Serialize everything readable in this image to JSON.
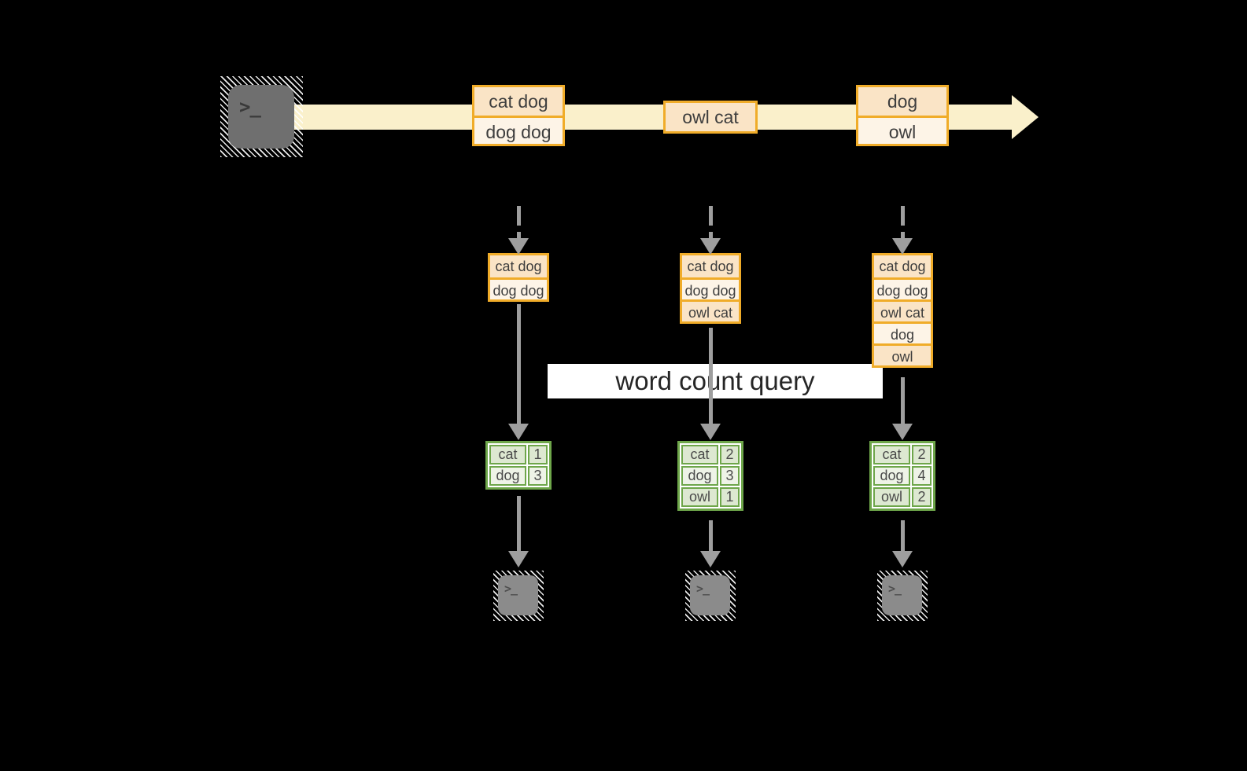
{
  "banner": {
    "label": "word count query"
  },
  "terminal_glyph": ">_",
  "stream": {
    "groups": [
      {
        "rows": [
          "cat dog",
          "dog dog"
        ]
      },
      {
        "rows": [
          "owl cat"
        ]
      },
      {
        "rows": [
          "dog",
          "owl"
        ]
      }
    ]
  },
  "columns": [
    {
      "buffer_rows": [
        "cat dog",
        "dog dog"
      ],
      "counts": [
        {
          "word": "cat",
          "count": "1"
        },
        {
          "word": "dog",
          "count": "3"
        }
      ]
    },
    {
      "buffer_rows": [
        "cat dog",
        "dog dog",
        "owl cat"
      ],
      "counts": [
        {
          "word": "cat",
          "count": "2"
        },
        {
          "word": "dog",
          "count": "3"
        },
        {
          "word": "owl",
          "count": "1"
        }
      ]
    },
    {
      "buffer_rows": [
        "cat dog",
        "dog dog",
        "owl cat",
        "dog",
        "owl"
      ],
      "counts": [
        {
          "word": "cat",
          "count": "2"
        },
        {
          "word": "dog",
          "count": "4"
        },
        {
          "word": "owl",
          "count": "2"
        }
      ]
    }
  ],
  "colors": {
    "background": "#000000",
    "stream_band": "#FAF0CB",
    "orange_border": "#F0AC29",
    "peach_fill": "#FAE4C6",
    "cream_fill": "#FDF4E7",
    "green_border": "#6EA64A",
    "green_fill_dark": "#DDE8D1",
    "green_fill_light": "#EEF3E7",
    "arrow_gray": "#9E9E9E",
    "terminal_dark": "#6F6F6F",
    "terminal_light": "#8B8B8B"
  }
}
